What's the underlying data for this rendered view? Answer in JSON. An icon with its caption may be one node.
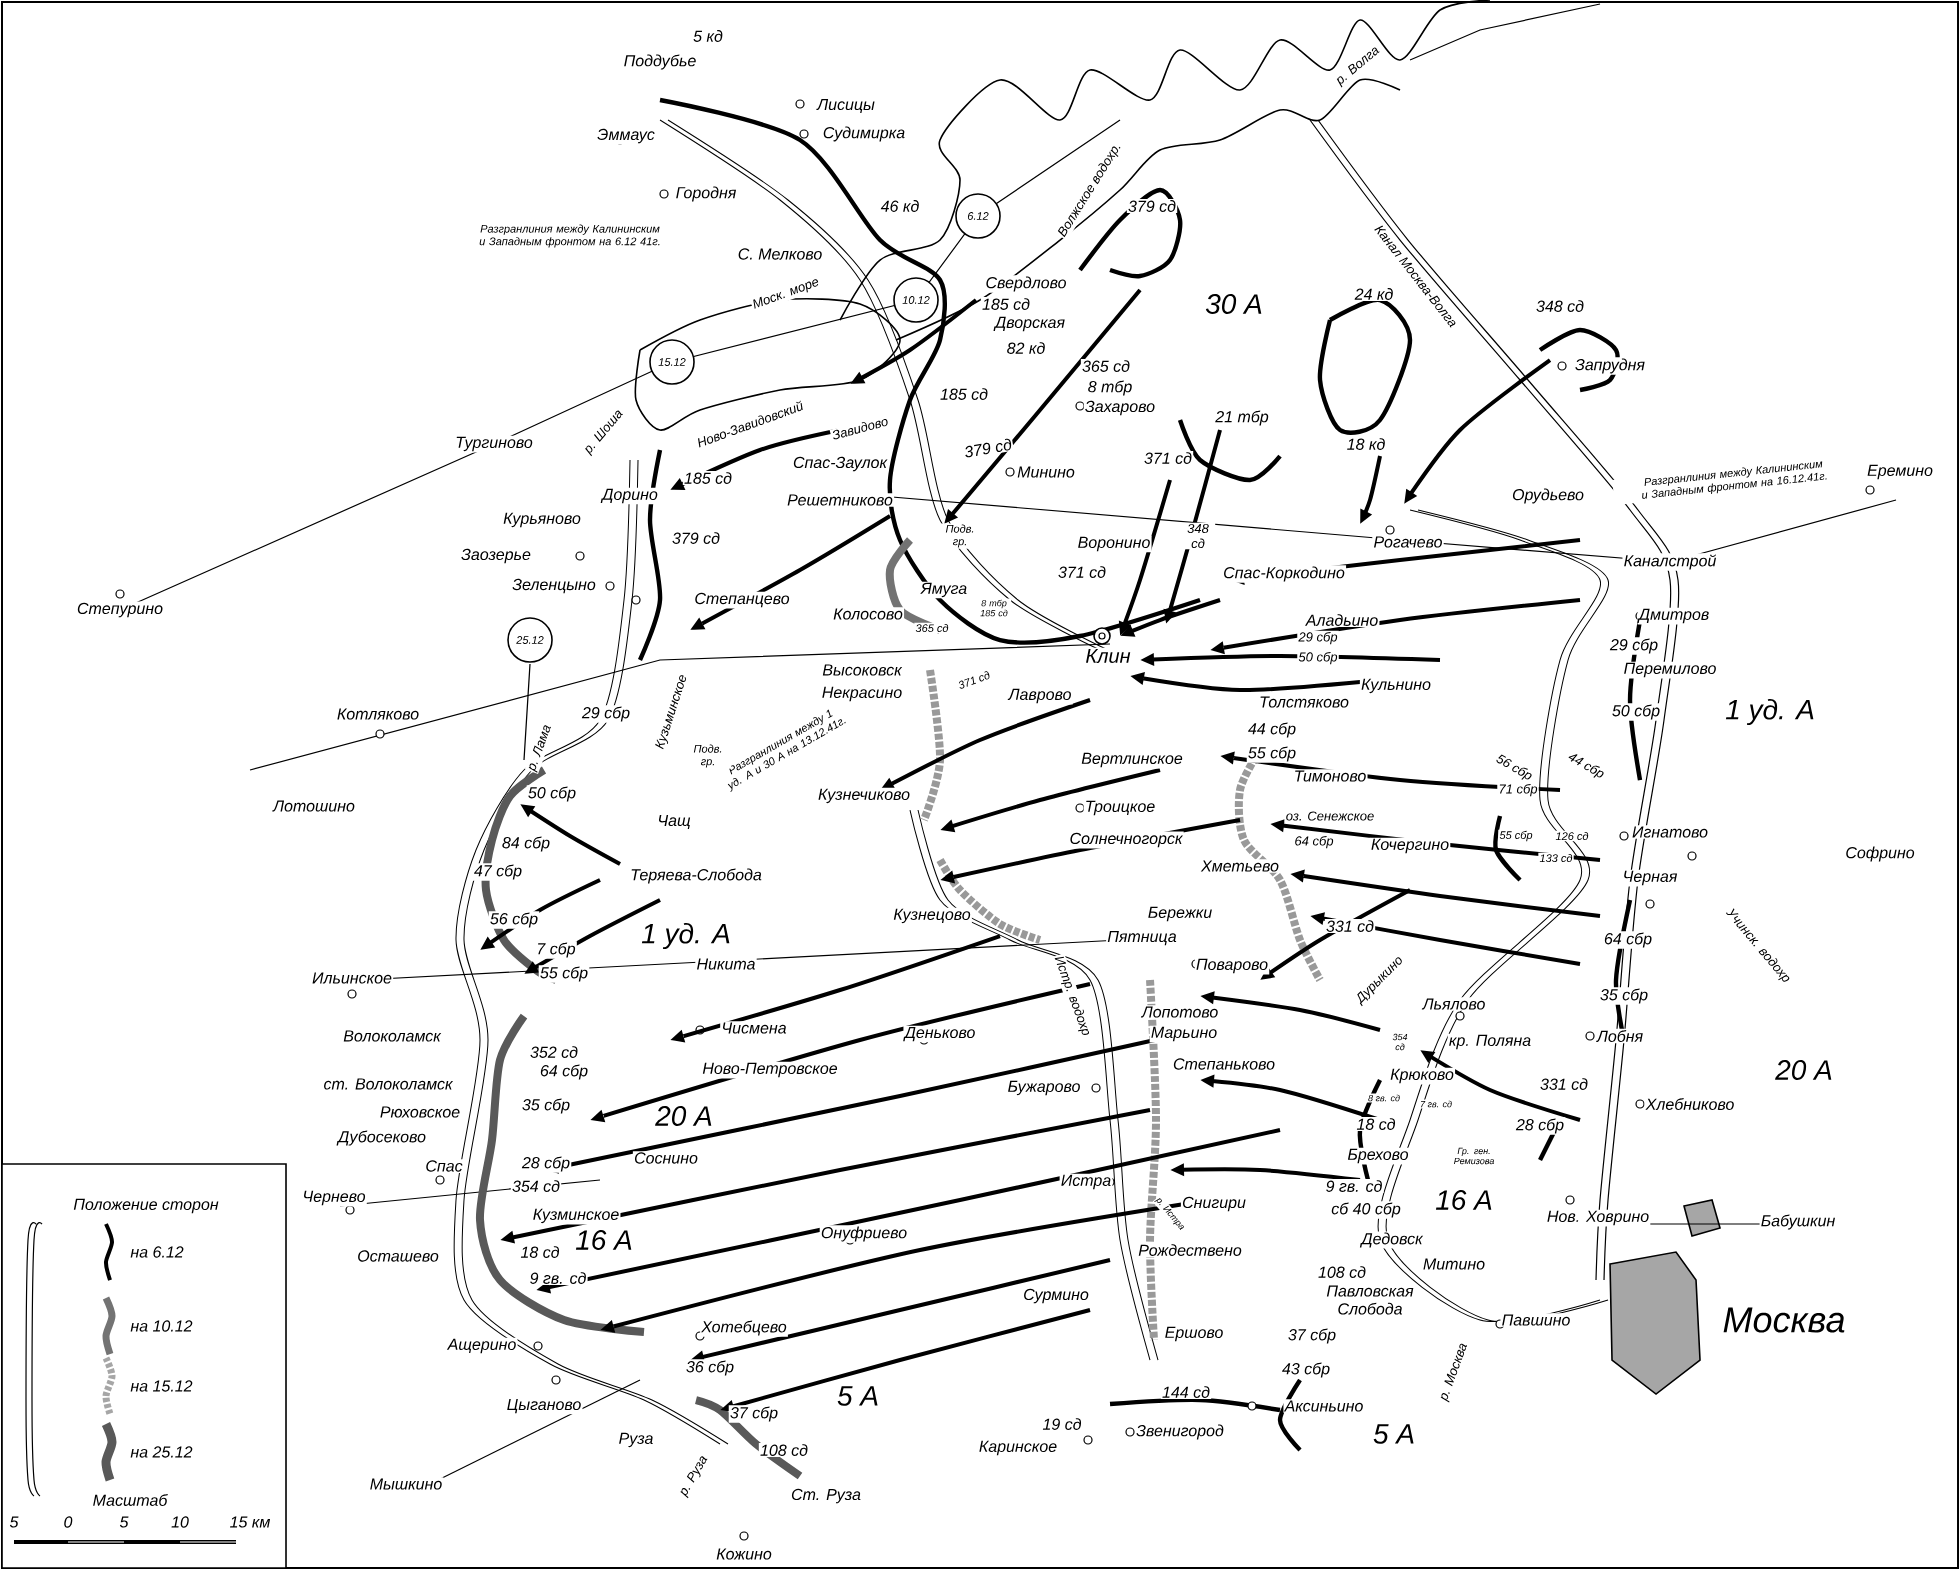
{
  "diagram": {
    "nodes": [
      {
        "text": [
          "6.12"
        ]
      },
      {
        "text": [
          "10.12"
        ]
      },
      {
        "text": [
          "15.12"
        ]
      },
      {
        "text": [
          "25.12"
        ]
      }
    ],
    "labels": [
      "5 кд",
      "Поддубье",
      "р. Волга",
      "Лисицы",
      "Судимирка",
      "Эммаус",
      "Волжское водохр.",
      "Городня",
      "46 кд",
      "379 сд",
      "Разгранлиния между Калининским и Западным фронтом на 6.12 41г.",
      "С. Мелково",
      "Канал Москва-Волга",
      "Свердлово",
      "Моск. море",
      "24 кд",
      "30 А",
      "185 сд",
      "348 сд",
      "Дворская",
      "82 кд",
      "Запрудня",
      "365 сд",
      "8 тбр",
      "185 сд",
      "Захарово",
      "21 тбр",
      "Ново-Завидовский",
      "Завидово",
      "р. Шоша",
      "18 кд",
      "Тургиново",
      "379 сд",
      "371 сд",
      "Спас-Заулок",
      "Минино",
      "185 сд",
      "Разгранлиния между Калининским и Западным фронтом на 16.12.41г.",
      "Орудьево",
      "Дорино",
      "Еремино",
      "Решетниково",
      "Курьяново",
      "Подв. гр.",
      "348 сд",
      "379 сд",
      "Рогачево",
      "Воронино",
      "Заозерье",
      "Каналстрой",
      "371 сд",
      "Спас-Коркодино",
      "Зеленцыно",
      "Ямуга",
      "Степанцево",
      "8 тбр 185 сд",
      "Степурино",
      "Колосово",
      "Дмитров",
      "Аладьино",
      "365 сд",
      "29 сбр",
      "29 сбр",
      "Клин",
      "50 сбр",
      "Высоковск",
      "Перемилово",
      "371 сд",
      "Кульнино",
      "Некрасино",
      "Лаврово",
      "Толстяково",
      "50 сбр",
      "1 уд. А",
      "Котляково",
      "29 сбр",
      "Кузьминское",
      "44 сбр",
      "Разгранлиния между 1 уд. А и 30 А на 13.12.41г.",
      "Подв. гр.",
      "р. Лама",
      "55 сбр",
      "Вертлинское",
      "44 сбр",
      "56 сбр",
      "Тимоново",
      "71 сбр",
      "50 сбр",
      "Кузнечиково",
      "Лотошино",
      "Троицкое",
      "оз. Сенежское",
      "Чащ",
      "55 сбр",
      "126 сд",
      "Игнатово",
      "Солнечногорск",
      "64 сбр",
      "Кочергино",
      "84 сбр",
      "133 сд",
      "Софрино",
      "Хметьево",
      "47 сбр",
      "Теряева-Слобода",
      "Черная",
      "Кузнецово",
      "Бережки",
      "56 сбр",
      "331 сд",
      "1 уд. А",
      "Пятница",
      "64 сбр",
      "Учинск. водохр",
      "7 сбр",
      "Никита",
      "Поварово",
      "55 сбр",
      "Ильинское",
      "Дурыкино",
      "35 сбр",
      "Истр. водохр",
      "Льялово",
      "Лопотово",
      "Чисмена",
      "Деньково",
      "Марьино",
      "Волоколамск",
      "Лобня",
      "кр. Поляна",
      "354 сд",
      "352 сд",
      "Степаньково",
      "20 А",
      "Ново-Петровское",
      "64 сбр",
      "Крюково",
      "ст. Волоколамск",
      "331 сд",
      "Бужарово",
      "8 гв. сд",
      "7 гв. сд",
      "Хлебниково",
      "35 сбр",
      "Рюховское",
      "20 А",
      "18 сд",
      "28 сбр",
      "Дубосеково",
      "Брехово",
      "Гр. ген. Ремизова",
      "Соснино",
      "Спас",
      "28 сбр",
      "Истра",
      "354 сд",
      "9 гв. сд",
      "Чернево",
      "16 А",
      "Снигири",
      "сб 40 сбр",
      "р. Истра",
      "Кузминское",
      "Нов. Ховрино",
      "Бабушкин",
      "Онуфриево",
      "16 А",
      "Дедовск",
      "18 сд",
      "Рождествено",
      "Осташево",
      "Митино",
      "108 сд",
      "9 гв. сд",
      "Сурмино",
      "Павловская Слобода",
      "Павшино",
      "Москва",
      "Хотебцево",
      "37 сбр",
      "Ершово",
      "Ащерино",
      "36 сбр",
      "43 сбр",
      "р. Москва",
      "144 сд",
      "5 А",
      "Аксиньино",
      "Цыганово",
      "37 сбр",
      "19 сд",
      "Звенигород",
      "5 А",
      "Руза",
      "Каринское",
      "108 сд",
      "р. Руза",
      "Мышкино",
      "Ст. Руза",
      "Кожино",
      "Положение сторон",
      "Масштаб",
      "5",
      "0",
      "5",
      "10",
      "15 км"
    ],
    "legend": [
      {
        "text": "на 6.12"
      },
      {
        "text": "на 10.12"
      },
      {
        "text": "на 15.12"
      },
      {
        "text": "на 25.12"
      }
    ]
  }
}
